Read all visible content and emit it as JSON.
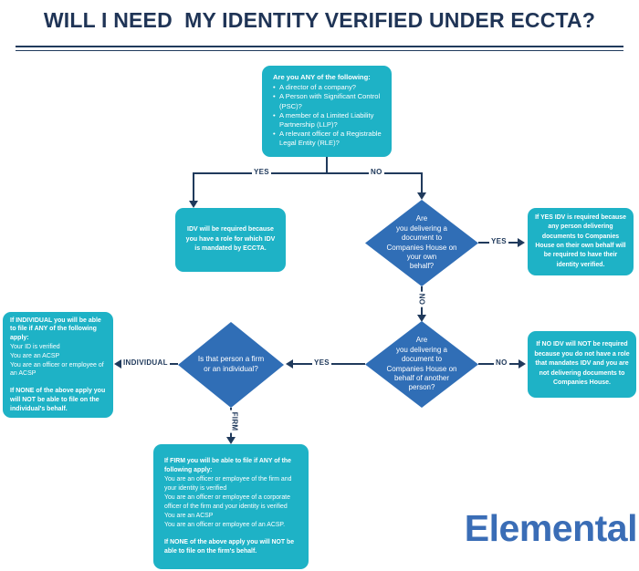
{
  "header": {
    "title": "WILL I NEED  MY IDENTITY VERIFIED UNDER ECCTA?"
  },
  "logo": {
    "text": "Elemental"
  },
  "colors": {
    "teal": "#1eb2c6",
    "diamond_blue": "#306eb6",
    "navy": "#203a5c",
    "logo_blue": "#3a6db6",
    "text_on_fill": "#ffffff"
  },
  "flow": {
    "start": {
      "heading": "Are you ANY of the following:",
      "bullets": [
        "A director of a company?",
        "A Person with Significant Control (PSC)?",
        "A member of a Limited Liability Partnership (LLP)?",
        "A relevant officer of a Registrable Legal Entity (RLE)?"
      ]
    },
    "labels": {
      "yes1": "YES",
      "no1": "NO",
      "yes2": "YES",
      "no_vertical": "NO",
      "yes3": "YES",
      "no2": "NO",
      "individual": "INDIVIDUAL",
      "firm": "FIRM"
    },
    "idv_required_box": "IDV will be required because you have a role for which IDV is mandated by ECCTA.",
    "diamond_own_behalf": "Are\nyou delivering a\ndocument to\nCompanies House on\nyour own\nbehalf?",
    "yes_idv_box": "If YES IDV is required because any person delivering documents to Companies House on their own behalf will be required to have their identity verified.",
    "diamond_another_person": "Are\nyou delivering a\ndocument to\nCompanies House on\nbehalf of another\nperson?",
    "no_idv_box": "If NO IDV will NOT be required because you do not have a role that mandates IDV and you are not delivering documents to Companies House.",
    "diamond_firm_or_individual": "Is that person a firm\nor an individual?",
    "individual_box": {
      "intro": "If INDIVIDUAL you will be able to file if ANY of the following apply:",
      "items": [
        "Your ID is verified",
        "You are an ACSP",
        "You are an officer or employee of an ACSP"
      ],
      "outro": "If NONE of the above apply you will NOT be able to file on the individual's behalf."
    },
    "firm_box": {
      "intro": "If FIRM you will be able to file if ANY of the following apply:",
      "items": [
        "You are an officer or employee of the firm and your identity is verified",
        "You are an officer or employee of a corporate officer of the firm and your identity is verified",
        "You are an ACSP",
        "You are an officer or employee of an ACSP."
      ],
      "outro": "If NONE of the above apply you will NOT be able to file on the firm's behalf."
    }
  }
}
